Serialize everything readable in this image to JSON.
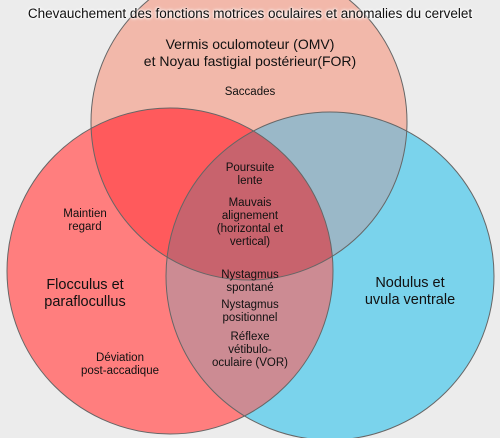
{
  "title": "Chevauchement des fonctions motrices oculaires et anomalies du cervelet",
  "colors": {
    "background": "#ececec",
    "top_circle": "#f2b8aa",
    "left_circle": "#ff7e7e",
    "right_circle": "#7ad3ec",
    "top_left_overlap": "#ff5a5c",
    "top_right_overlap": "#9ab8c8",
    "left_right_overlap": "#cc8b93",
    "center_overlap": "#c8636d",
    "outline": "#666666"
  },
  "sets": {
    "top": [
      "Vermis oculomoteur (OMV)",
      "et Noyau fastigial postérieur(FOR)"
    ],
    "left": [
      "Flocculus et",
      "paraflocullus"
    ],
    "right": [
      "Nodulus et",
      "uvula ventrale"
    ]
  },
  "items": {
    "saccades": [
      "Saccades"
    ],
    "poursuite": [
      "Poursuite",
      "lente"
    ],
    "mauvais": [
      "Mauvais",
      "alignement",
      "(horizontal et",
      "vertical)"
    ],
    "maintien": [
      "Maintien",
      "regard"
    ],
    "nyst_spont": [
      "Nystagmus",
      "spontané"
    ],
    "nyst_pos": [
      "Nystagmus",
      "positionnel"
    ],
    "reflexe": [
      "Réflexe",
      "vétibulo-",
      "oculaire (VOR)"
    ],
    "deviation": [
      "Déviation",
      "post-accadique"
    ]
  }
}
